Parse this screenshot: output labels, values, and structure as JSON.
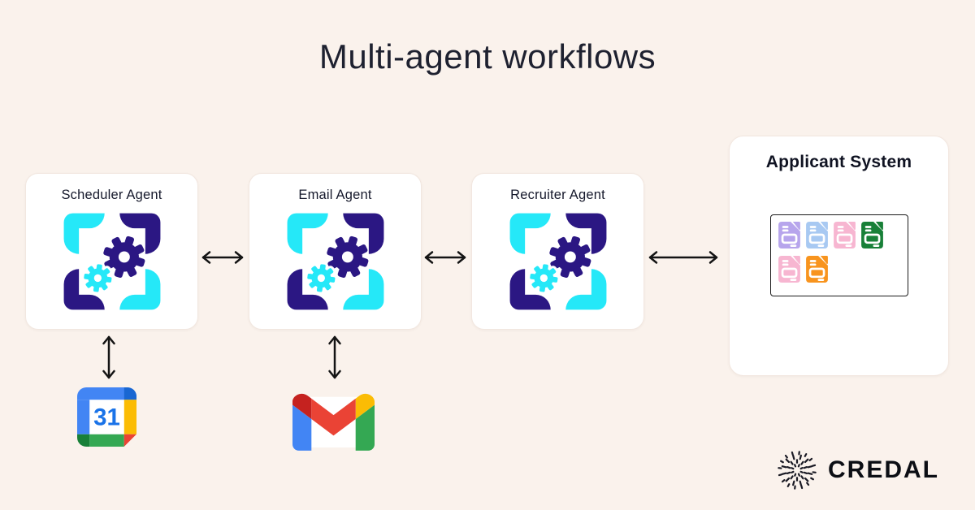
{
  "title": "Multi-agent workflows",
  "agents": [
    {
      "id": "scheduler",
      "label": "Scheduler Agent"
    },
    {
      "id": "email",
      "label": "Email Agent"
    },
    {
      "id": "recruiter",
      "label": "Recruiter Agent"
    }
  ],
  "applicant_system": {
    "title": "Applicant System",
    "documents": [
      {
        "name": "doc-lavender",
        "color": "#B7A5EC"
      },
      {
        "name": "doc-blue",
        "color": "#A8C9F2"
      },
      {
        "name": "doc-pink",
        "color": "#F7B6D1"
      },
      {
        "name": "doc-green",
        "color": "#188038"
      },
      {
        "name": "doc-pink-2",
        "color": "#F7B6D1"
      },
      {
        "name": "doc-orange",
        "color": "#F8941E"
      }
    ]
  },
  "integrations": {
    "calendar": {
      "icon": "google-calendar-icon",
      "day": "31"
    },
    "email": {
      "icon": "gmail-icon"
    }
  },
  "logo": {
    "text": "CREDAL",
    "mark": "credal-shutter-icon"
  },
  "theme": {
    "background": "#FAF2EC",
    "card": "#FFFFFF",
    "agent_cyan": "#25E8F8",
    "agent_navy": "#2B1783",
    "text_dark": "#1E2130",
    "arrow": "#141414",
    "calendar": {
      "blue": "#4285F4",
      "dark_blue": "#1967D2",
      "yellow": "#FBBC04",
      "green": "#34A853",
      "dark_green": "#188038",
      "red": "#EA4335",
      "digit_blue": "#1A73E8"
    },
    "gmail": {
      "blue": "#4285F4",
      "green": "#34A853",
      "yellow": "#FBBC04",
      "red": "#EA4335",
      "dark_red": "#C5221F"
    }
  }
}
